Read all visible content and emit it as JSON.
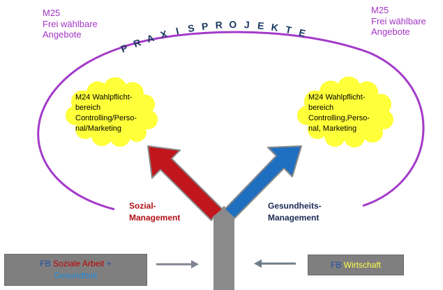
{
  "m25": {
    "left": {
      "line1": "M25",
      "line2": "Frei wählbare",
      "line3": "Angebote"
    },
    "right": {
      "line1": "M25",
      "line2": "Frei wählbare",
      "line3": "Angebote"
    }
  },
  "praxis_title": [
    "P",
    "R",
    "A",
    "X",
    "I",
    "S",
    "P",
    "R",
    "O",
    "J",
    "E",
    "K",
    "T",
    "E"
  ],
  "cloud_left": {
    "line1": "M24 Wahlpflicht-",
    "line2": "bereich",
    "line3": "Controlling/Perso-",
    "line4": "nal/Marketing"
  },
  "cloud_right": {
    "line1": "M24 Wahlpflicht-",
    "line2": "bereich",
    "line3": "Controlling,Perso-",
    "line4": "nal, Marketing"
  },
  "branch_left": {
    "line1": "Sozial-",
    "line2": "Management"
  },
  "branch_right": {
    "line1": "Gesundheits-",
    "line2": "Management"
  },
  "fb_left": {
    "prefix": "FB",
    "name": "Soziale Arbeit",
    "plus": "+",
    "name2": "Gesundheit"
  },
  "fb_right": {
    "prefix": "FB",
    "name": "Wirtschaft"
  },
  "colors": {
    "ellipse": "#a33ac9",
    "m25_text": "#a334c4",
    "praxis_text": "#17365d",
    "cloud_fill": "#ffff3a",
    "red_arrow": "#c0161c",
    "blue_arrow": "#1f6fc0",
    "stem": "#8a8a8a",
    "fb_box": "#7f7f7f",
    "sozial_text": "#b00f15",
    "gesund_text": "#1a2a55",
    "fb_red": "#c00000",
    "fb_blue": "#1f4fa0",
    "fb_lightblue": "#1d8de0",
    "fb_yellow": "#ffff4a"
  }
}
